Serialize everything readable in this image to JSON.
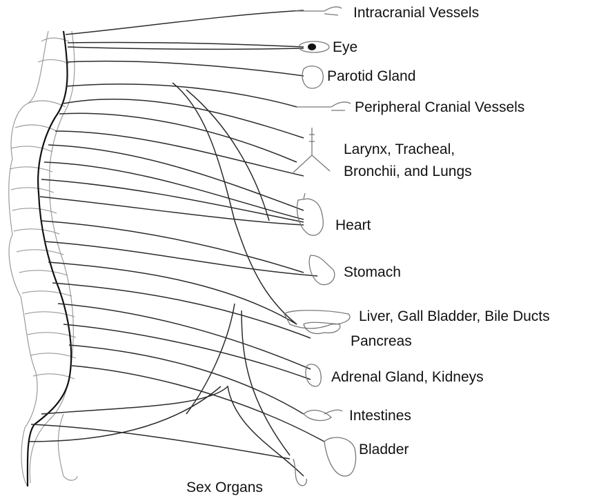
{
  "labels": {
    "intracranial_vessels": "Intracranial Vessels",
    "eye": "Eye",
    "parotid_gland": "Parotid Gland",
    "peripheral_cranial_vessels": "Peripheral Cranial Vessels",
    "larynx_line1": "Larynx, Tracheal,",
    "larynx_line2": "Bronchii, and Lungs",
    "heart": "Heart",
    "stomach": "Stomach",
    "liver": "Liver, Gall Bladder, Bile Ducts",
    "pancreas": "Pancreas",
    "adrenal_kidneys": "Adrenal Gland, Kidneys",
    "intestines": "Intestines",
    "bladder": "Bladder",
    "sex_organs": "Sex Organs"
  },
  "colors": {
    "line": "#111111",
    "organ_outline": "#777777",
    "vertebra_outline": "#9a9a9a"
  }
}
